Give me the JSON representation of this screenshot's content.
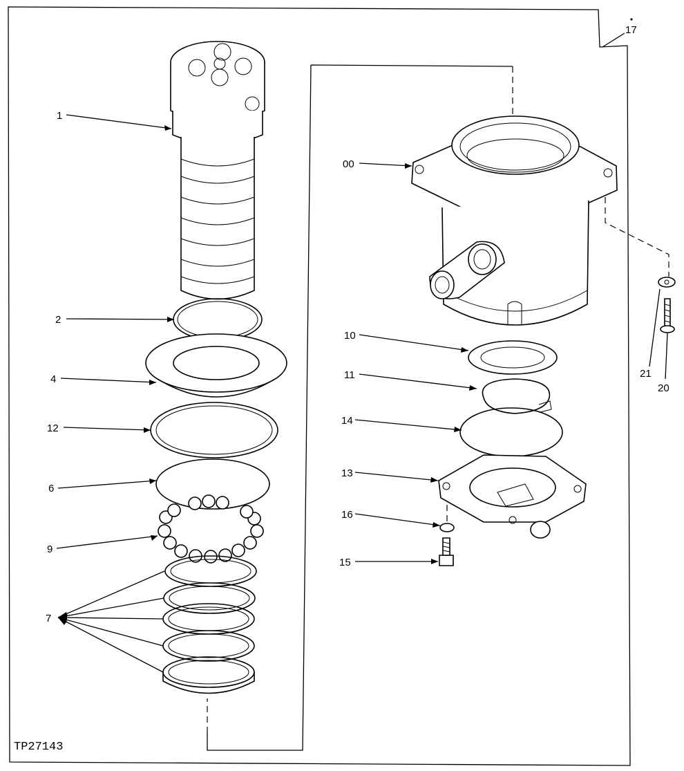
{
  "figure": {
    "id_label": "TP27143",
    "callouts": {
      "c1": "1",
      "c2": "2",
      "c4": "4",
      "c12": "12",
      "c6": "6",
      "c9": "9",
      "c7": "7",
      "c00": "00",
      "c10": "10",
      "c11": "11",
      "c14": "14",
      "c13": "13",
      "c16": "16",
      "c15": "15",
      "c17": "17",
      "c21": "21",
      "c20": "20"
    }
  }
}
